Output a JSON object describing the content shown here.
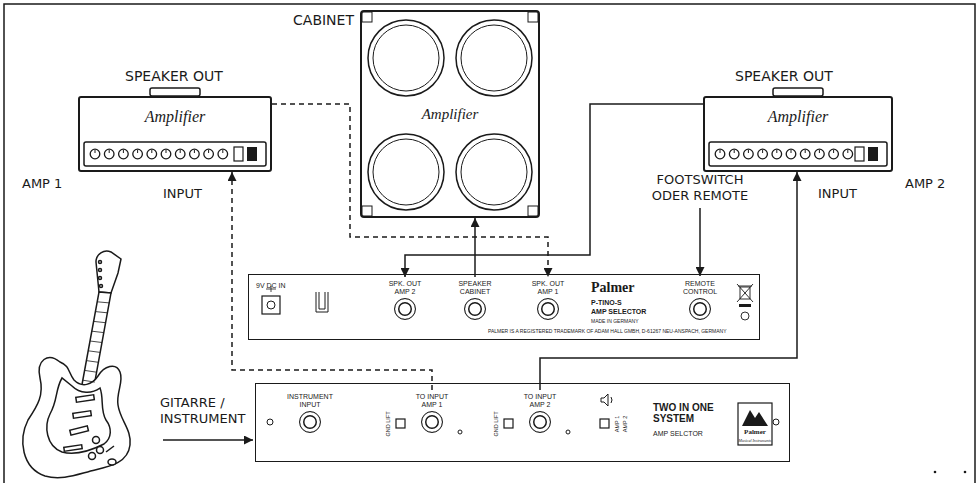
{
  "diagram": {
    "nodes": [
      {
        "text": [
          "Amplifier"
        ]
      },
      {
        "text": [
          "CABINET",
          "Amplifier"
        ]
      },
      {
        "text": [
          "Amplifier"
        ]
      },
      {
        "text": [
          "Palmer",
          "P-TINO-S",
          "AMP SELECTOR",
          "MADE IN GERMANY"
        ]
      },
      {
        "text": [
          "SPK. OUT AMP 2"
        ],
        "in": 3
      },
      {
        "text": [
          "SPEAKER CABINET"
        ],
        "in": 3
      },
      {
        "text": [
          "SPK. OUT AMP 1"
        ],
        "in": 3
      },
      {
        "text": [
          "REMOTE CONTROL"
        ],
        "in": 3
      },
      {
        "text": [
          "TWO IN ONE SYSTEM",
          "AMP SELCTOR"
        ]
      },
      {
        "text": [
          "INSTRUMENT INPUT"
        ],
        "in": 8
      },
      {
        "text": [
          "TO INPUT AMP 1"
        ],
        "in": 8
      },
      {
        "text": [
          "TO INPUT AMP 2"
        ],
        "in": 8
      }
    ],
    "edges": [
      {
        "from": 0,
        "to": 6,
        "arrow": "to"
      },
      {
        "from": 2,
        "to": 4,
        "arrow": "to"
      },
      {
        "from": 5,
        "to": 1,
        "arrow": "to"
      },
      {
        "from": 10,
        "to": 0,
        "arrow": "to"
      },
      {
        "from": 11,
        "to": 2,
        "arrow": "to"
      }
    ],
    "labels": [
      "SPEAKER OUT",
      "SPEAKER OUT",
      "AMP 1",
      "INPUT",
      "AMP 2",
      "INPUT",
      "FOOTSWITCH ODER REMOTE",
      "GITARRE / INSTRUMENT",
      "9V DC IN",
      "PALMER IS A REGISTERED TRADEMARK OF ADAM HALL GMBH, D-61267 NEU-ANSPACH, GERMANY",
      "GND LIFT",
      "GND LIFT",
      "AMP 1",
      "AMP 2",
      "Palmer",
      "Musical Instruments"
    ]
  }
}
